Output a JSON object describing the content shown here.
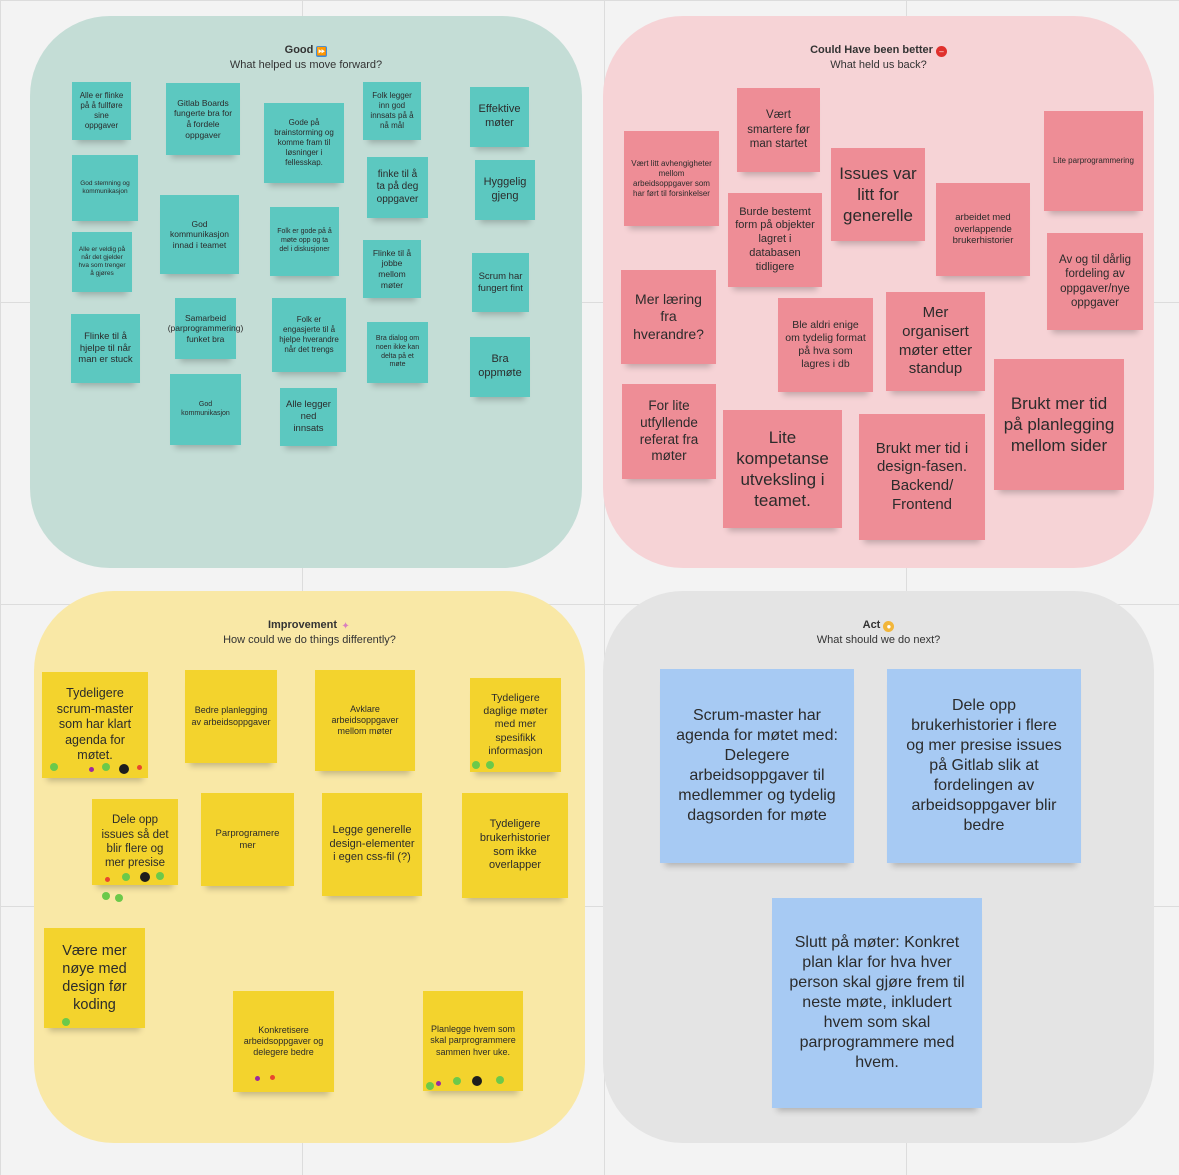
{
  "frames": {
    "good": {
      "title": "Good",
      "subtitle": "What helped us move forward?",
      "icon": "fast-forward-icon"
    },
    "bad": {
      "title": "Could Have been better",
      "subtitle": "What held us back?",
      "icon": "no-entry-icon"
    },
    "improvement": {
      "title": "Improvement",
      "subtitle": "How could we do things differently?",
      "icon": "sparkle-icon"
    },
    "act": {
      "title": "Act",
      "subtitle": "What should we do next?",
      "icon": "flexed-biceps-icon"
    }
  },
  "good_notes": [
    "Alle er flinke på å fullføre sine oppgaver",
    "Gitlab Boards fungerte bra for å fordele oppgaver",
    "Gode på brainstorming og komme fram til løsninger i fellesskap.",
    "Folk legger inn god innsats på å nå mål",
    "Effektive møter",
    "God stemning og kommunikasjon",
    "finke til å ta på deg oppgaver",
    "Hyggelig gjeng",
    "Alle er veldig på når det gjelder hva som trenger å gjøres",
    "God kommunikasjon innad i teamet",
    "Folk er gode på å møte opp og ta del i diskusjoner",
    "Flinke til å jobbe mellom møter",
    "Scrum har fungert fint",
    "Flinke til å hjelpe til når man er stuck",
    "Samarbeid (parprogrammering) funket bra",
    "Folk er engasjerte til å hjelpe hverandre når det trengs",
    "Bra dialog om noen ikke kan delta på et møte",
    "Bra oppmøte",
    "God kommunikasjon",
    "Alle legger ned innsats"
  ],
  "bad_notes": [
    "Vært smartere før man startet",
    "Vært litt avhengigheter mellom arbeidsoppgaver som har ført til forsinkelser",
    "Issues var litt for generelle",
    "Lite parprogrammering",
    "Burde bestemt form på objekter lagret i databasen tidligere",
    "arbeidet med overlappende brukerhistorier",
    "Av og til dårlig fordeling av oppgaver/nye oppgaver",
    "Mer læring fra hverandre?",
    "Ble aldri enige om tydelig format på hva som lagres i db",
    "Mer organisert møter etter standup",
    "Brukt mer tid på planlegging mellom sider",
    "For lite utfyllende referat fra møter",
    "Lite kompetanse utveksling i teamet.",
    "Brukt mer tid i design-fasen. Backend/ Frontend"
  ],
  "improvement_notes": [
    "Tydeligere scrum-master som har klart agenda for møtet.",
    "Bedre planlegging av arbeidsoppgaver",
    "Avklare arbeidsoppgaver mellom møter",
    "Tydeligere daglige møter med mer spesifikk informasjon",
    "Dele opp issues så det blir flere og mer presise",
    "Parprogramere mer",
    "Legge generelle design-elementer i egen css-fil (?)",
    "Tydeligere brukerhistorier som ikke overlapper",
    "Være mer nøye med design før koding",
    "Konkretisere arbeidsoppgaver og delegere bedre",
    "Planlegge hvem som skal parprogrammere sammen hver uke."
  ],
  "act_notes": [
    "Scrum-master har agenda for møtet med: Delegere arbeidsoppgaver til medlemmer og tydelig dagsorden for møte",
    "Dele opp brukerhistorier i flere og mer presise issues på Gitlab slik at fordelingen av arbeidsoppgaver blir bedre",
    "Slutt på møter: Konkret plan klar for hva hver person skal gjøre frem til neste møte, inkludert hvem som skal parprogrammere med hvem."
  ],
  "colors": {
    "good_frame": "#c4ddd6",
    "bad_frame": "#f6d3d6",
    "improvement_frame": "#f9e8a6",
    "act_frame": "#e4e4e4",
    "teal_note": "#5cc8c0",
    "pink_note": "#ee8d96",
    "yellow_note": "#f3d32d",
    "blue_note": "#a7caf3",
    "vote_green": "#6cc94a",
    "vote_black": "#1d1d1d",
    "vote_red": "#e8472e",
    "vote_purple": "#9b2a9e"
  }
}
